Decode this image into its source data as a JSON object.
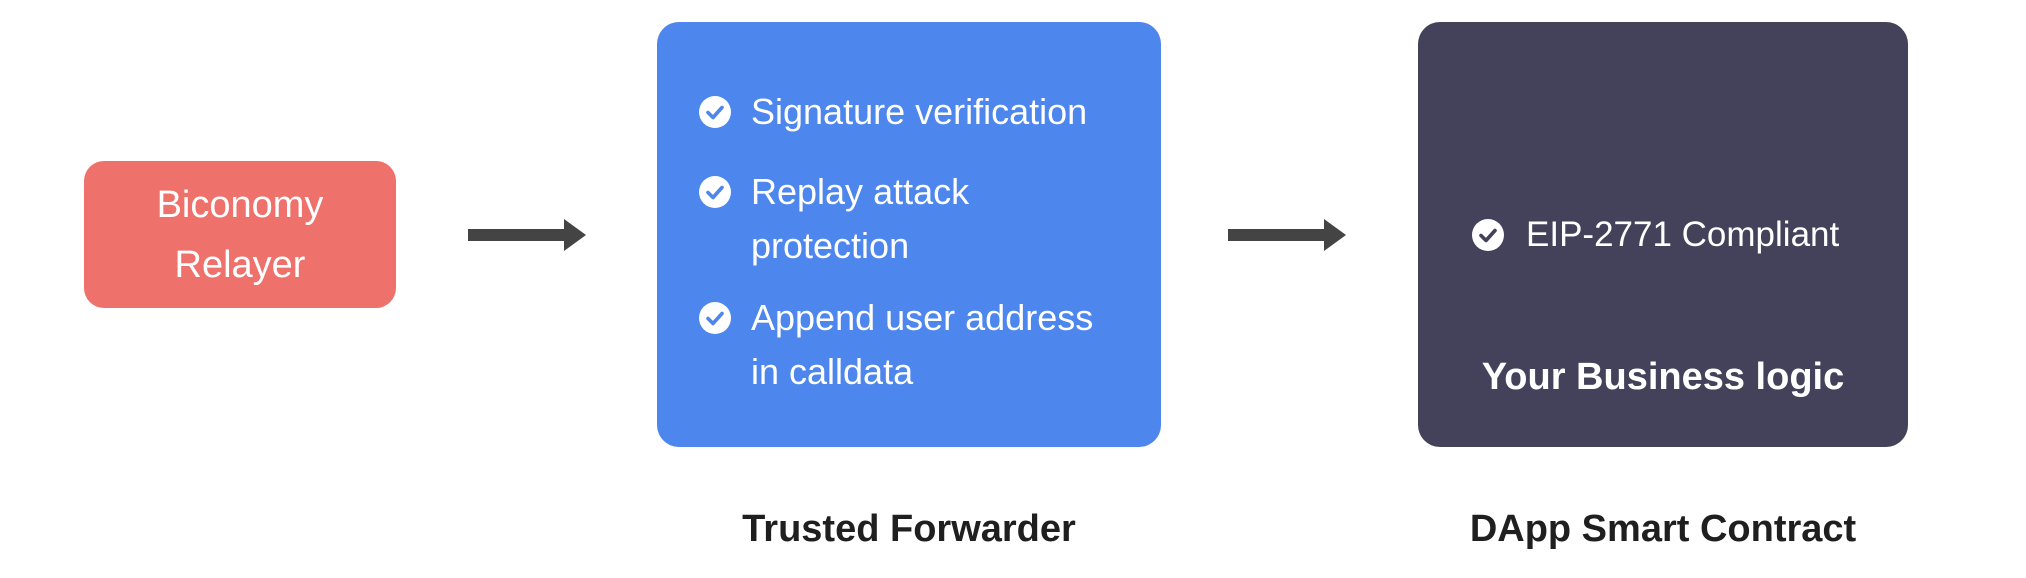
{
  "relayer": {
    "label": "Biconomy Relayer"
  },
  "trusted_forwarder": {
    "features": [
      "Signature verification",
      "Replay attack protection",
      "Append user address in calldata"
    ],
    "caption": "Trusted Forwarder"
  },
  "dapp_contract": {
    "feature": "EIP-2771 Compliant",
    "business_logic": "Your Business logic",
    "caption": "DApp Smart Contract"
  },
  "colors": {
    "relayer_bg": "#ee716b",
    "forwarder_bg": "#4d86ec",
    "contract_bg": "#43425a",
    "arrow": "#444444",
    "caption_text": "#1f1f1f"
  },
  "icons": {
    "feature_check": "check-circle-icon",
    "flow_arrow": "arrow-right-icon"
  }
}
